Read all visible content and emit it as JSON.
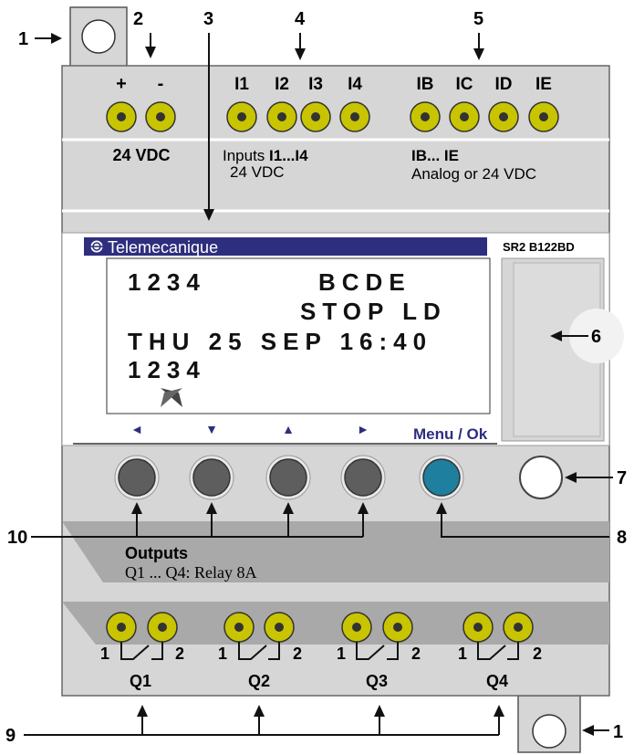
{
  "callouts": {
    "c1": "1",
    "c2": "2",
    "c3": "3",
    "c4": "4",
    "c5": "5",
    "c6": "6",
    "c7": "7",
    "c8": "8",
    "c9": "9",
    "c10": "10"
  },
  "power_terminals": {
    "plus": "+",
    "minus": "-",
    "label": "24 VDC"
  },
  "digital_inputs": {
    "names": [
      "I1",
      "I2",
      "I3",
      "I4"
    ],
    "label_prefix": "Inputs ",
    "label_range": "I1...I4",
    "label_voltage": "24 VDC"
  },
  "analog_inputs": {
    "names": [
      "IB",
      "IC",
      "ID",
      "IE"
    ],
    "label_range": "IB... IE",
    "label_desc": "Analog or 24 VDC"
  },
  "brand": "Telemecanique",
  "model": "SR2 B122BD",
  "display": {
    "row1_left": "1234",
    "row1_right": "BCDE",
    "row2": "STOP LD",
    "row3": "THU 25 SEP 16:40",
    "row4": "1234"
  },
  "nav_keys": {
    "left": "◄",
    "down": "▼",
    "up": "▲",
    "right": "►",
    "menu": "Menu / Ok"
  },
  "outputs": {
    "title": "Outputs",
    "desc": "Q1 ... Q4: Relay 8A",
    "names": [
      "Q1",
      "Q2",
      "Q3",
      "Q4"
    ],
    "pin_left": "1",
    "pin_right": "2"
  },
  "colors": {
    "body": "#d6d6d6",
    "banner": "#2e2e7e",
    "menu_text": "#2e2e7e",
    "terminal": "#c8c400",
    "ok_button": "#1e7f9e",
    "panel_gray": "#a9a9a9"
  }
}
